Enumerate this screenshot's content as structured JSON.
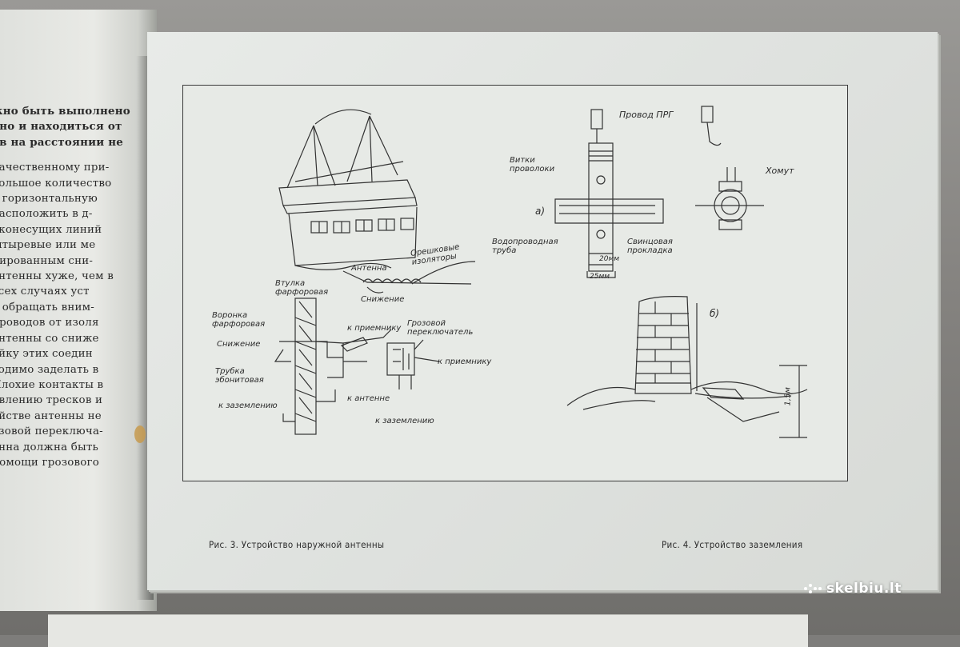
{
  "left_page": {
    "lines": [
      "жно быть выполнено",
      "ьно и находиться от",
      "ов на расстоянии не",
      "качественному при-",
      "большое количество",
      "а горизонтальную",
      "расположить в д-",
      "оконесущих линий",
      "штыревые или ме",
      "нированным сни-",
      "антенны хуже, чем в",
      "всех случаях уст",
      "о обращать вним-",
      "проводов от изоля",
      "антенны со сниже",
      "айку этих соедин",
      "ходимо заделать в",
      "Плохие контакты в",
      "явлению тресков и",
      "ойстве антенны не",
      "озовой переключа-",
      "енна должна быть",
      "помощи грозового"
    ]
  },
  "figure3": {
    "caption": "Рис. 3. Устройство наружной антенны",
    "labels": {
      "insulators": "Орешковые изоляторы",
      "antenna": "Антенна",
      "downlead1": "Снижение",
      "porcelain_tube": "Втулка фарфоровая",
      "porcelain_funnel": "Воронка фарфоровая",
      "downlead2": "Снижение",
      "ebonite_tube": "Трубка эбонитовая",
      "to_ground": "к заземлению",
      "to_receiver1": "к приемнику",
      "lightning_switch": "Грозовой переключатель",
      "to_receiver2": "к приемнику",
      "to_antenna": "к антенне",
      "to_ground2": "к заземлению"
    }
  },
  "figure4": {
    "caption": "Рис. 4. Устройство заземления",
    "labels": {
      "wire": "Провод ПРГ",
      "wire_turns": "Витки проволоки",
      "clamp": "Хомут",
      "variant_a": "а)",
      "water_pipe": "Водопроводная труба",
      "lead_solder": "Свинцовая прокладка",
      "dim_20": "20мм",
      "dim_25": "25мм",
      "variant_b": "б)",
      "depth": "1,5м"
    }
  },
  "watermark": {
    "text": "skelbiu.lt"
  },
  "colors": {
    "ink": "#2b2b2b",
    "paper": "#e7eae6"
  }
}
